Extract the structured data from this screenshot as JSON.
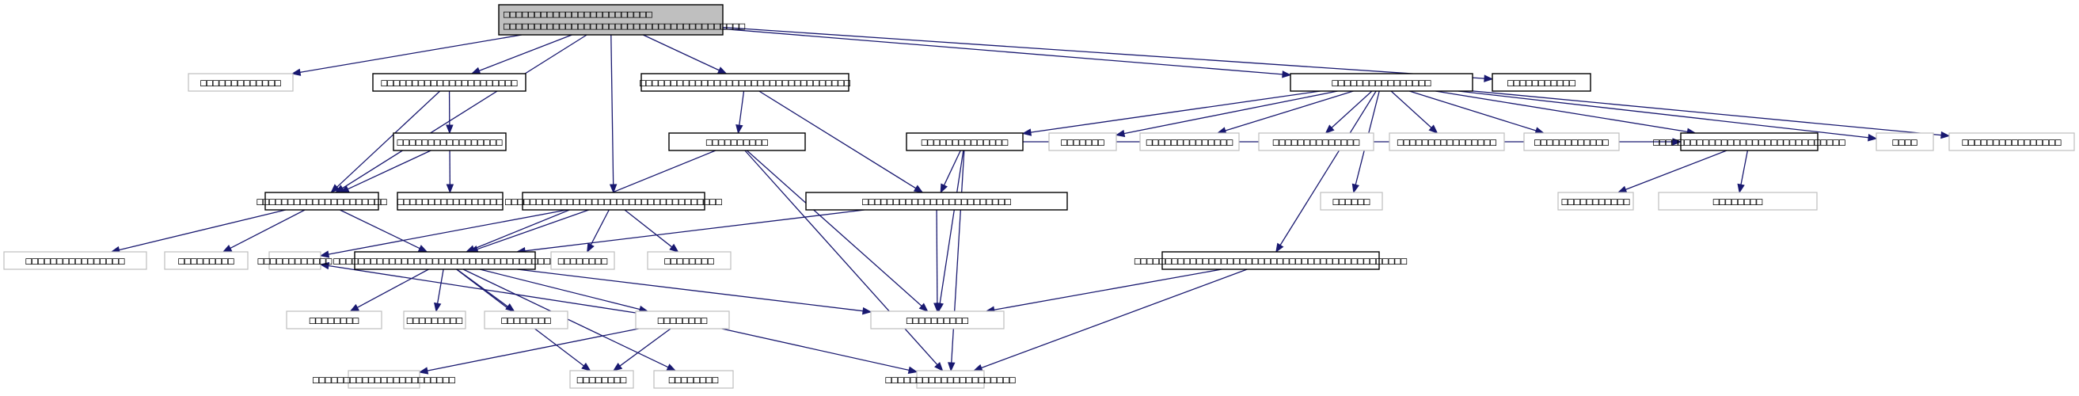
{
  "diagram": {
    "colors": {
      "edge": "#191970",
      "node_border": "#000000",
      "node_border_external": "#bfbfbf",
      "root_fill": "#bfbfbf",
      "background": "#ffffff"
    },
    "nodes": [
      {
        "id": "n0",
        "lines": [
          "□□□□□□□□□□□□□□□□□□□□□□□□",
          "□□□□□□□□□□□□□□□□□□□□□□□□□□□□□□□□□□□□□□□"
        ],
        "style": "root"
      },
      {
        "id": "n1",
        "lines": [
          "□□□□□□□□□□□□□"
        ],
        "style": "external"
      },
      {
        "id": "n2",
        "lines": [
          "□□□□□□□□□□□□□□□□□□□□□□"
        ],
        "style": "normal"
      },
      {
        "id": "n3",
        "lines": [
          "□□□□□□□□□□□□□□□□□□□□□□□□□□□□□□□□□□"
        ],
        "style": "normal"
      },
      {
        "id": "n4",
        "lines": [
          "□□□□□□□□□□□□□□□□□□□□□□□□□□□□□□□□□□□"
        ],
        "style": "normal"
      },
      {
        "id": "n5",
        "lines": [
          "□□□□□□□□□□□"
        ],
        "style": "normal"
      },
      {
        "id": "n6",
        "lines": [
          "□□□□□□□□□□□□□□□□"
        ],
        "style": "normal"
      },
      {
        "id": "n7",
        "lines": [
          "□□□□□□□□□□□□□□□□□□□□□"
        ],
        "style": "normal"
      },
      {
        "id": "n8",
        "lines": [
          "□□□□□□□□□□□□□□□□□"
        ],
        "style": "normal"
      },
      {
        "id": "n9",
        "lines": [
          "□□□□□□□□□□□□□□□□□"
        ],
        "style": "normal"
      },
      {
        "id": "n10",
        "lines": [
          "□□□□□□□"
        ],
        "style": "external"
      },
      {
        "id": "n11",
        "lines": [
          "□□□□□□□□□□□□□□"
        ],
        "style": "external"
      },
      {
        "id": "n12",
        "lines": [
          "□□□□□□□□□□□□□□"
        ],
        "style": "external"
      },
      {
        "id": "n13",
        "lines": [
          "□□□□□□□□□□□□□□□□"
        ],
        "style": "external"
      },
      {
        "id": "n14",
        "lines": [
          "□□□□□□□□□□□□"
        ],
        "style": "external"
      },
      {
        "id": "n15",
        "lines": [
          "□□□□□□□□□□□□□□□□□□□□"
        ],
        "style": "normal"
      },
      {
        "id": "n16",
        "lines": [
          "□□□□"
        ],
        "style": "external"
      },
      {
        "id": "n17",
        "lines": [
          "□□□□□□□□□□□□□□□□"
        ],
        "style": "external"
      },
      {
        "id": "n18",
        "lines": [
          "□□□□□□□□□□□□□□"
        ],
        "style": "normal"
      },
      {
        "id": "n19",
        "lines": [
          "□□□□□□□□□□□□□□□□□□□□□□□□□□□□□□□"
        ],
        "style": "normal"
      },
      {
        "id": "n20",
        "lines": [
          "□□□□□□□□□□□□□□□□□□□□□□□□□□□□□□□□□□□□□□□□□□□□"
        ],
        "style": "normal"
      },
      {
        "id": "n21",
        "lines": [
          "□□□□□□"
        ],
        "style": "external"
      },
      {
        "id": "n22",
        "lines": [
          "□□□□□□□□□"
        ],
        "style": "external"
      },
      {
        "id": "n23",
        "lines": [
          "□□□□□□□□□□□□□□□□□□□□□□□"
        ],
        "style": "external"
      },
      {
        "id": "n24",
        "lines": [
          "□□□□□□□□□□□□"
        ],
        "style": "external"
      },
      {
        "id": "n25",
        "lines": [
          "□□□□□□□□□□"
        ],
        "style": "normal"
      },
      {
        "id": "n26",
        "lines": [
          "□□□□□□□□□□□□□□□□□□□□□□□□"
        ],
        "style": "normal"
      },
      {
        "id": "n27",
        "lines": [
          "□□□□□□□□□□□□□□□□□□□□□□□□□□□□□□□□□□□□"
        ],
        "style": "normal"
      },
      {
        "id": "n28",
        "lines": [
          "□□□□□□□□□□□□□□□□□□□□□"
        ],
        "style": "external"
      },
      {
        "id": "n29",
        "lines": [
          "□□□□□□□□□□"
        ],
        "style": "external"
      },
      {
        "id": "n30",
        "lines": [
          "□□□□□□□□"
        ],
        "style": "external"
      },
      {
        "id": "n31",
        "lines": [
          "□□□□□□□□"
        ],
        "style": "external"
      },
      {
        "id": "n32",
        "lines": [
          "□□□□□□□□□□"
        ],
        "style": "external"
      },
      {
        "id": "n33",
        "lines": [
          "□□□□□□□□□□□□□□□□"
        ],
        "style": "external"
      },
      {
        "id": "n34",
        "lines": [
          "□□□□□□□□□"
        ],
        "style": "external"
      },
      {
        "id": "n35",
        "lines": [
          "□□□□□□□□□□□"
        ],
        "style": "external"
      },
      {
        "id": "n36",
        "lines": [
          "□□□□□□□□"
        ],
        "style": "external"
      },
      {
        "id": "n37",
        "lines": [
          "□□□□□□□□"
        ],
        "style": "external"
      },
      {
        "id": "n38",
        "lines": [
          "□□□□□□□□□"
        ],
        "style": "external"
      },
      {
        "id": "n39",
        "lines": [
          "□□□□□□□□"
        ],
        "style": "external"
      },
      {
        "id": "n40",
        "lines": [
          "□□□□□□□□"
        ],
        "style": "external"
      },
      {
        "id": "n41",
        "lines": [
          "□□□□□□□□"
        ],
        "style": "external"
      },
      {
        "id": "n42",
        "lines": [
          "□□□□□□□□"
        ],
        "style": "external"
      }
    ],
    "edges": [
      [
        "n0",
        "n1"
      ],
      [
        "n0",
        "n2"
      ],
      [
        "n0",
        "n3"
      ],
      [
        "n0",
        "n4"
      ],
      [
        "n0",
        "n5"
      ],
      [
        "n0",
        "n6"
      ],
      [
        "n0",
        "n7"
      ],
      [
        "n2",
        "n8"
      ],
      [
        "n2",
        "n7"
      ],
      [
        "n8",
        "n7"
      ],
      [
        "n8",
        "n9"
      ],
      [
        "n6",
        "n10"
      ],
      [
        "n6",
        "n11"
      ],
      [
        "n6",
        "n12"
      ],
      [
        "n6",
        "n13"
      ],
      [
        "n6",
        "n14"
      ],
      [
        "n6",
        "n15"
      ],
      [
        "n6",
        "n16"
      ],
      [
        "n6",
        "n17"
      ],
      [
        "n6",
        "n18"
      ],
      [
        "n6",
        "n19"
      ],
      [
        "n6",
        "n20"
      ],
      [
        "n6",
        "n21"
      ],
      [
        "n6",
        "n22"
      ],
      [
        "n3",
        "n25"
      ],
      [
        "n3",
        "n26"
      ],
      [
        "n25",
        "n27"
      ],
      [
        "n25",
        "n28"
      ],
      [
        "n25",
        "n29"
      ],
      [
        "n4",
        "n24"
      ],
      [
        "n4",
        "n27"
      ],
      [
        "n4",
        "n30"
      ],
      [
        "n4",
        "n31"
      ],
      [
        "n4",
        "n32"
      ],
      [
        "n7",
        "n27"
      ],
      [
        "n7",
        "n33"
      ],
      [
        "n7",
        "n34"
      ],
      [
        "n18",
        "n26"
      ],
      [
        "n18",
        "n19"
      ],
      [
        "n18",
        "n29"
      ],
      [
        "n18",
        "n28"
      ],
      [
        "n26",
        "n27"
      ],
      [
        "n26",
        "n29"
      ],
      [
        "n20",
        "n29"
      ],
      [
        "n20",
        "n28"
      ],
      [
        "n19",
        "n35"
      ],
      [
        "n19",
        "n36"
      ],
      [
        "n27",
        "n37"
      ],
      [
        "n27",
        "n38"
      ],
      [
        "n27",
        "n39"
      ],
      [
        "n27",
        "n40"
      ],
      [
        "n27",
        "n41"
      ],
      [
        "n27",
        "n42"
      ],
      [
        "n27",
        "n29"
      ],
      [
        "n40",
        "n28"
      ],
      [
        "n40",
        "n41"
      ],
      [
        "n40",
        "n24"
      ],
      [
        "n40",
        "n23"
      ]
    ]
  }
}
